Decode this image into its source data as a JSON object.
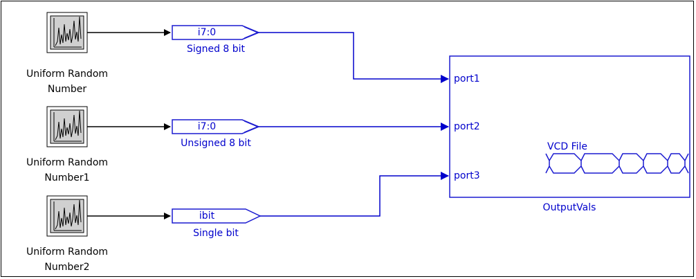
{
  "colors": {
    "block_blue": "#1a1ad0",
    "wire_blue": "#0000cc",
    "wire_black": "#000000",
    "text_blue": "#0000cc",
    "source_gray": "#d0d0d0"
  },
  "sources": [
    {
      "line1": "Uniform Random",
      "line2": "Number",
      "icon": "random-noise-icon"
    },
    {
      "line1": "Uniform Random",
      "line2": "Number1",
      "icon": "random-noise-icon"
    },
    {
      "line1": "Uniform Random",
      "line2": "Number2",
      "icon": "random-noise-icon"
    }
  ],
  "converters": [
    {
      "symbol": "i7:0",
      "label": "Signed 8 bit"
    },
    {
      "symbol": "i7:0",
      "label": "Unsigned 8 bit"
    },
    {
      "symbol": "ibit",
      "label": "Single bit"
    }
  ],
  "output_block": {
    "title": "VCD File",
    "name": "OutputVals",
    "ports": [
      "port1",
      "port2",
      "port3"
    ],
    "icon": "waveform-icon"
  }
}
